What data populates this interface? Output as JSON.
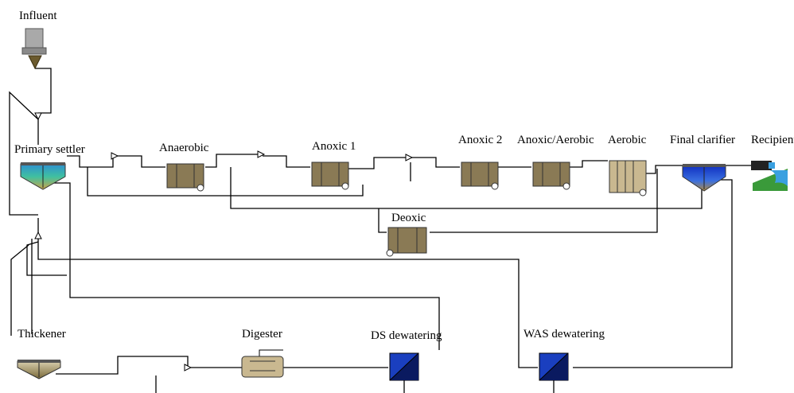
{
  "units": [
    {
      "id": "influent",
      "label": "Influent",
      "icon": "influent-pump-icon"
    },
    {
      "id": "primary-settler",
      "label": "Primary settler",
      "icon": "settler-icon"
    },
    {
      "id": "anaerobic",
      "label": "Anaerobic",
      "icon": "reactor-tank-icon"
    },
    {
      "id": "anoxic-1",
      "label": "Anoxic 1",
      "icon": "reactor-tank-icon"
    },
    {
      "id": "anoxic-2",
      "label": "Anoxic 2",
      "icon": "reactor-tank-icon"
    },
    {
      "id": "anoxic-aerobic",
      "label": "Anoxic/Aerobic",
      "icon": "reactor-tank-icon"
    },
    {
      "id": "aerobic",
      "label": "Aerobic",
      "icon": "aeration-tank-icon"
    },
    {
      "id": "final-clarifier",
      "label": "Final clarifier",
      "icon": "clarifier-icon"
    },
    {
      "id": "recipient",
      "label": "Recipient",
      "icon": "river-outlet-icon"
    },
    {
      "id": "deoxic",
      "label": "Deoxic",
      "icon": "reactor-tank-icon"
    },
    {
      "id": "thickener",
      "label": "Thickener",
      "icon": "thickener-icon"
    },
    {
      "id": "digester",
      "label": "Digester",
      "icon": "digester-icon"
    },
    {
      "id": "ds-dewatering",
      "label": "DS dewatering",
      "icon": "dewatering-unit-icon"
    },
    {
      "id": "was-dewatering",
      "label": "WAS dewatering",
      "icon": "dewatering-unit-icon"
    }
  ],
  "colors": {
    "pipe": "#000000",
    "tank_fill": "#8a7a55",
    "settler_fill": "#3fb8a0",
    "clarifier_fill": "#1f4fd8",
    "dewater_blue": "#1a3fbf",
    "influent_grey": "#a9a9a9",
    "influent_brown": "#6b5a2e",
    "water_blue": "#3aa0e0",
    "grass_green": "#3a9a3a"
  }
}
